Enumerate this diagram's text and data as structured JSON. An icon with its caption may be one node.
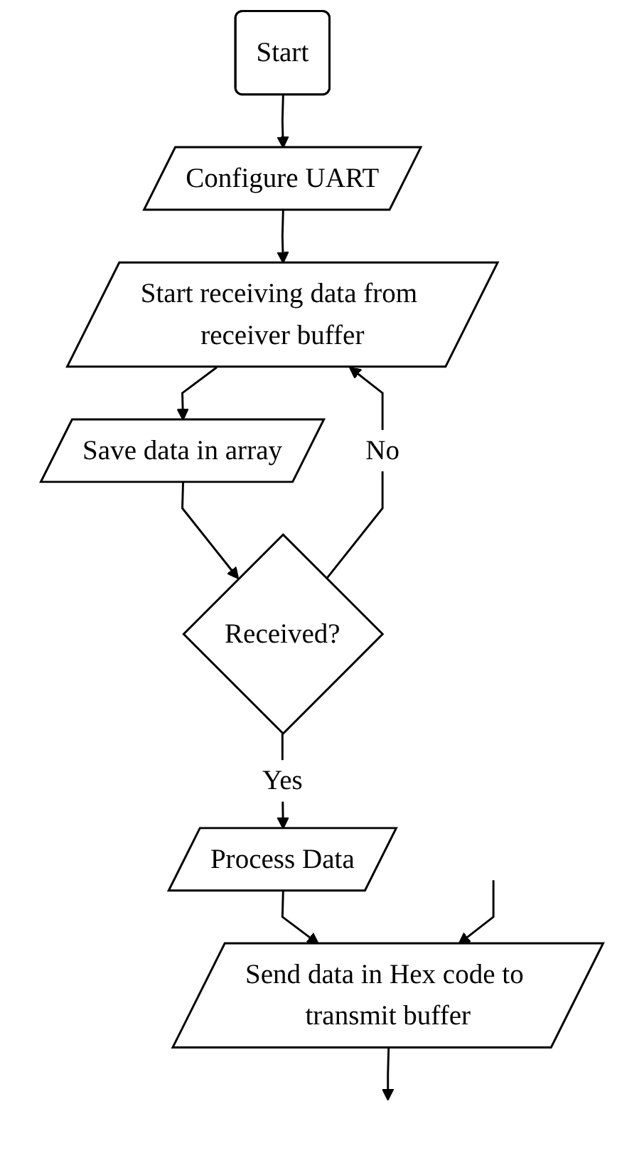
{
  "diagram": {
    "nodes": [
      {
        "text": [
          "Start"
        ]
      },
      {
        "text": [
          "Configure UART"
        ]
      },
      {
        "text": [
          "Start receiving data from receiver buffer"
        ]
      },
      {
        "text": [
          "Save data in array"
        ]
      },
      {
        "text": [
          "Received?"
        ]
      },
      {
        "text": [
          "Process Data"
        ]
      },
      {
        "text": [
          "Send data in Hex code to transmit buffer"
        ]
      }
    ],
    "edges": [
      {
        "from": 0,
        "to": 1,
        "arrow": "to"
      },
      {
        "from": 1,
        "to": 2,
        "arrow": "to"
      },
      {
        "from": 2,
        "to": 3,
        "arrow": "to"
      },
      {
        "from": 3,
        "to": 4,
        "arrow": "to"
      },
      {
        "from": 4,
        "to": 2,
        "label": "No",
        "arrow": "to"
      },
      {
        "from": 4,
        "to": 5,
        "label": "Yes",
        "arrow": "to"
      },
      {
        "from": 5,
        "to": 6,
        "arrow": "to"
      },
      {
        "from": 6,
        "to": null,
        "arrow": "to"
      },
      {
        "from": null,
        "to": 6,
        "arrow": "to"
      }
    ]
  }
}
